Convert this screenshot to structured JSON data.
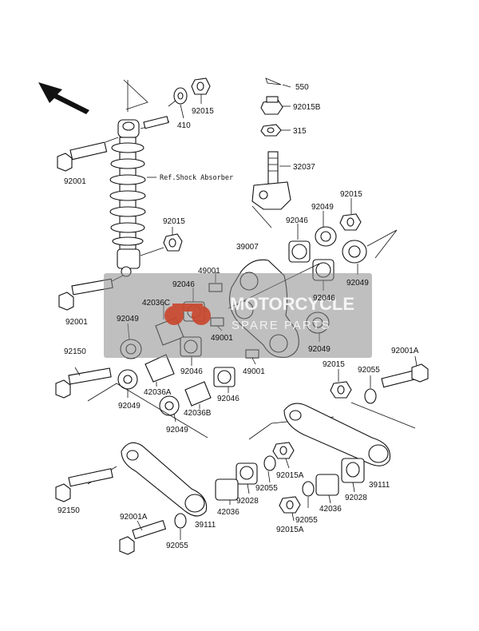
{
  "watermark": {
    "title": "MOTORCYCLE",
    "subtitle": "SPARE PARTS"
  },
  "callouts": [
    {
      "id": "550",
      "text": "550"
    },
    {
      "id": "92015B",
      "text": "92015B"
    },
    {
      "id": "315",
      "text": "315"
    },
    {
      "id": "32037",
      "text": "32037"
    },
    {
      "id": "92015-top",
      "text": "92015"
    },
    {
      "id": "410",
      "text": "410"
    },
    {
      "id": "ref-shock",
      "text": "Ref.Shock Absorber"
    },
    {
      "id": "92001-a",
      "text": "92001"
    },
    {
      "id": "92015-mid",
      "text": "92015"
    },
    {
      "id": "92001-b",
      "text": "92001"
    },
    {
      "id": "39007",
      "text": "39007"
    },
    {
      "id": "92046-top",
      "text": "92046"
    },
    {
      "id": "92049-top",
      "text": "92049"
    },
    {
      "id": "92015-right",
      "text": "92015"
    },
    {
      "id": "92049-right",
      "text": "92049"
    },
    {
      "id": "49001-a",
      "text": "49001"
    },
    {
      "id": "92046-a",
      "text": "92046"
    },
    {
      "id": "92046-b",
      "text": "92046"
    },
    {
      "id": "42036C",
      "text": "42036C"
    },
    {
      "id": "92049-left",
      "text": "92049"
    },
    {
      "id": "49001-b",
      "text": "49001"
    },
    {
      "id": "92049-c",
      "text": "92049"
    },
    {
      "id": "92150-a",
      "text": "92150"
    },
    {
      "id": "42036A",
      "text": "42036A"
    },
    {
      "id": "92046-c",
      "text": "92046"
    },
    {
      "id": "49001-c",
      "text": "49001"
    },
    {
      "id": "92046-d",
      "text": "92046"
    },
    {
      "id": "92049-d",
      "text": "92049"
    },
    {
      "id": "42036B",
      "text": "42036B"
    },
    {
      "id": "92049-e",
      "text": "92049"
    },
    {
      "id": "92015-low",
      "text": "92015"
    },
    {
      "id": "92055-a",
      "text": "92055"
    },
    {
      "id": "92001A-a",
      "text": "92001A"
    },
    {
      "id": "92015A-a",
      "text": "92015A"
    },
    {
      "id": "92055-b",
      "text": "92055"
    },
    {
      "id": "92028-a",
      "text": "92028"
    },
    {
      "id": "42036-a",
      "text": "42036"
    },
    {
      "id": "92028-b",
      "text": "92028"
    },
    {
      "id": "39111-a",
      "text": "39111"
    },
    {
      "id": "42036-b",
      "text": "42036"
    },
    {
      "id": "92055-c",
      "text": "92055"
    },
    {
      "id": "92150-b",
      "text": "92150"
    },
    {
      "id": "92001A-b",
      "text": "92001A"
    },
    {
      "id": "39111-b",
      "text": "39111"
    },
    {
      "id": "92055-d",
      "text": "92055"
    },
    {
      "id": "92015A-b",
      "text": "92015A"
    }
  ]
}
